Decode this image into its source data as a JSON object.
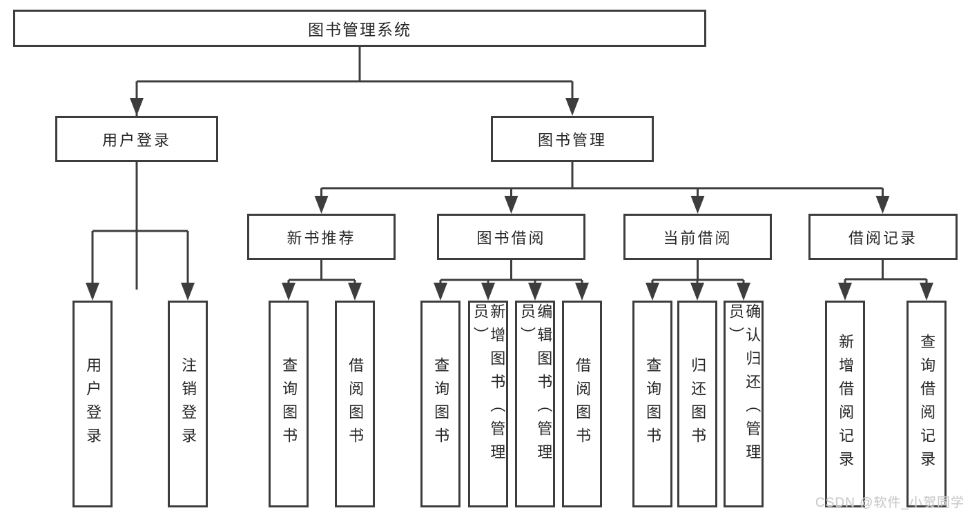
{
  "tree": {
    "label": "图书管理系统",
    "children": [
      {
        "label": "用户登录",
        "children": [
          {
            "label": "用户登录"
          },
          {
            "label": "注销登录"
          }
        ]
      },
      {
        "label": "图书管理",
        "children": [
          {
            "label": "新书推荐",
            "children": [
              {
                "label": "查询图书"
              },
              {
                "label": "借阅图书"
              }
            ]
          },
          {
            "label": "图书借阅",
            "children": [
              {
                "label": "查询图书"
              },
              {
                "label": "新增图书（管理员）"
              },
              {
                "label": "编辑图书（管理员）"
              },
              {
                "label": "借阅图书"
              }
            ]
          },
          {
            "label": "当前借阅",
            "children": [
              {
                "label": "查询图书"
              },
              {
                "label": "归还图书"
              },
              {
                "label": "确认归还（管理员）"
              }
            ]
          },
          {
            "label": "借阅记录",
            "children": [
              {
                "label": "新增借阅记录"
              },
              {
                "label": "查询借阅记录"
              }
            ]
          }
        ]
      }
    ]
  },
  "watermark": {
    "text": "CSDN @软件_小贺同学"
  },
  "colors": {
    "line": "#3d3d3d",
    "border": "#3d3d3d",
    "text": "#262626",
    "background": "#ffffff",
    "watermark": "#c9c9cb"
  }
}
